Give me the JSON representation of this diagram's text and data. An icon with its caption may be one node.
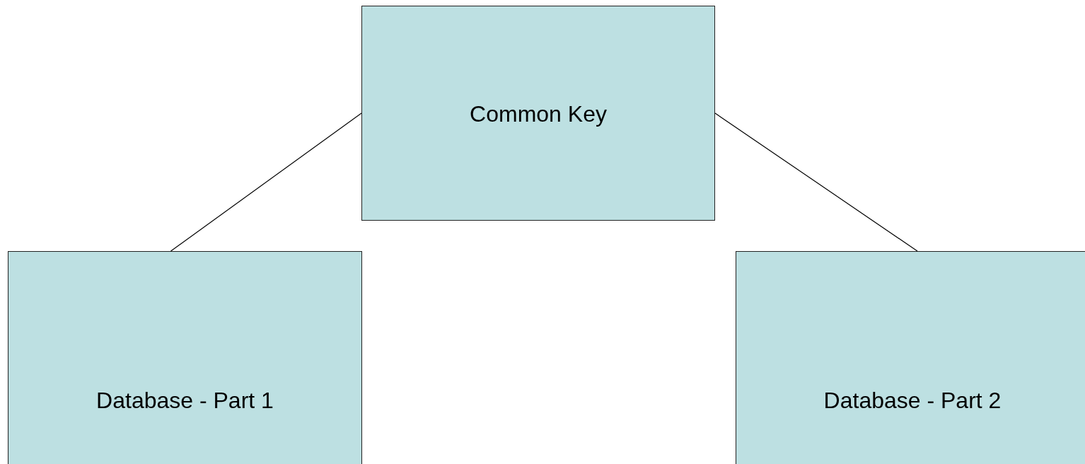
{
  "diagram": {
    "nodes": [
      {
        "text": [
          "Common Key"
        ]
      },
      {
        "text": [
          "Database - Part 1"
        ]
      },
      {
        "text": [
          "Database - Part 2"
        ]
      }
    ],
    "edges": [
      {
        "from": 0,
        "to": 1,
        "arrow": "none"
      },
      {
        "from": 0,
        "to": 2,
        "arrow": "none"
      }
    ]
  }
}
